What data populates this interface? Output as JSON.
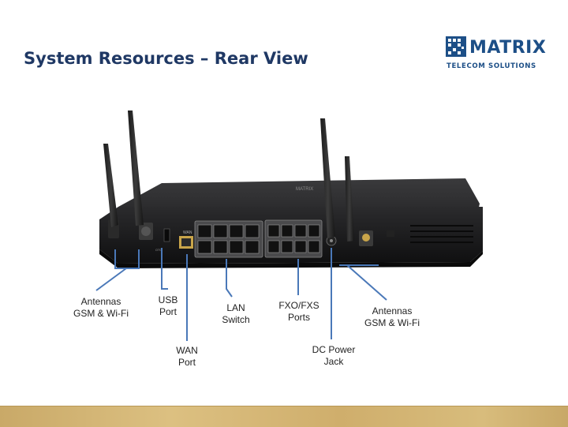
{
  "slide": {
    "title": "System Resources – Rear View"
  },
  "logo": {
    "name": "MATRIX",
    "tagline": "TELECOM SOLUTIONS",
    "color": "#1d4f87"
  },
  "labels": {
    "antennas_left": {
      "line1": "Antennas",
      "line2": "GSM & Wi-Fi"
    },
    "usb": {
      "line1": "USB",
      "line2": "Port"
    },
    "wan": {
      "line1": "WAN",
      "line2": "Port"
    },
    "lan": {
      "line1": "LAN",
      "line2": "Switch"
    },
    "fxo": {
      "line1": "FXO/FXS",
      "line2": "Ports"
    },
    "dc": {
      "line1": "DC Power",
      "line2": "Jack"
    },
    "antennas_right": {
      "line1": "Antennas",
      "line2": "GSM & Wi-Fi"
    }
  },
  "colors": {
    "title": "#1f3864",
    "callout_line": "#4a78b8",
    "footer": "#d4b676"
  }
}
